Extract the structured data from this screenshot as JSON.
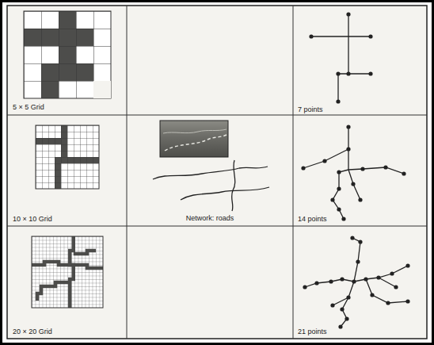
{
  "diagram": {
    "labels": [
      "5 × 5 Grid",
      "7 points",
      "10 × 10 Grid",
      "Network: roads",
      "14 points",
      "20 × 20 Grid",
      "21 points"
    ]
  }
}
